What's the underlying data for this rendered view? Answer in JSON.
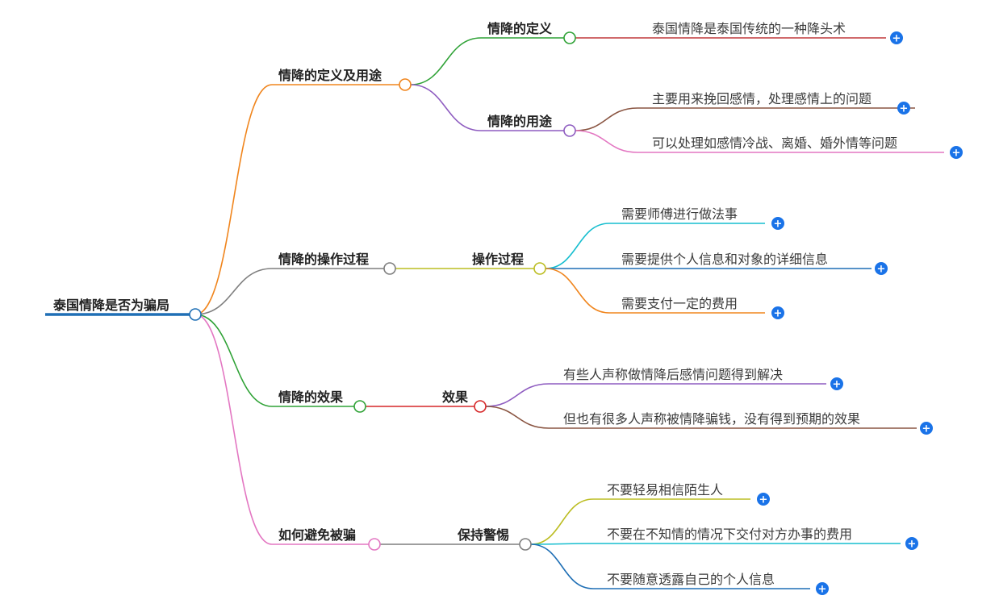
{
  "root": {
    "label": "泰国情降是否为骗局",
    "color": "#1f6fb5"
  },
  "branches": [
    {
      "label": "情降的定义及用途",
      "color": "#f0851d",
      "children": [
        {
          "label": "情降的定义",
          "color": "#2fa236",
          "leaves": [
            {
              "label": "泰国情降是泰国传统的一种降头术",
              "color": "#c0393b"
            }
          ]
        },
        {
          "label": "情降的用途",
          "color": "#8e5cc0",
          "leaves": [
            {
              "label": "主要用来挽回感情，处理感情上的问题",
              "color": "#8a5542"
            },
            {
              "label": "可以处理如感情冷战、离婚、婚外情等问题",
              "color": "#e377c2"
            }
          ]
        }
      ]
    },
    {
      "label": "情降的操作过程",
      "color": "#7f7f7f",
      "children": [
        {
          "label": "操作过程",
          "color": "#bcbd22",
          "leaves": [
            {
              "label": "需要师傅进行做法事",
              "color": "#17becf"
            },
            {
              "label": "需要提供个人信息和对象的详细信息",
              "color": "#1f6fb5"
            },
            {
              "label": "需要支付一定的费用",
              "color": "#f0851d"
            }
          ]
        }
      ]
    },
    {
      "label": "情降的效果",
      "color": "#2fa236",
      "children": [
        {
          "label": "效果",
          "color": "#d62728",
          "leaves": [
            {
              "label": "有些人声称做情降后感情问题得到解决",
              "color": "#8e5cc0"
            },
            {
              "label": "但也有很多人声称被情降骗钱，没有得到预期的效果",
              "color": "#8a5542"
            }
          ]
        }
      ]
    },
    {
      "label": "如何避免被骗",
      "color": "#e377c2",
      "children": [
        {
          "label": "保持警惕",
          "color": "#7f7f7f",
          "leaves": [
            {
              "label": "不要轻易相信陌生人",
              "color": "#bcbd22"
            },
            {
              "label": "不要在不知情的情况下交付对方办事的费用",
              "color": "#17becf"
            },
            {
              "label": "不要随意透露自己的个人信息",
              "color": "#1f6fb5"
            }
          ]
        }
      ]
    }
  ],
  "expand_button": {
    "symbol": "+",
    "color": "#1a73e8"
  }
}
